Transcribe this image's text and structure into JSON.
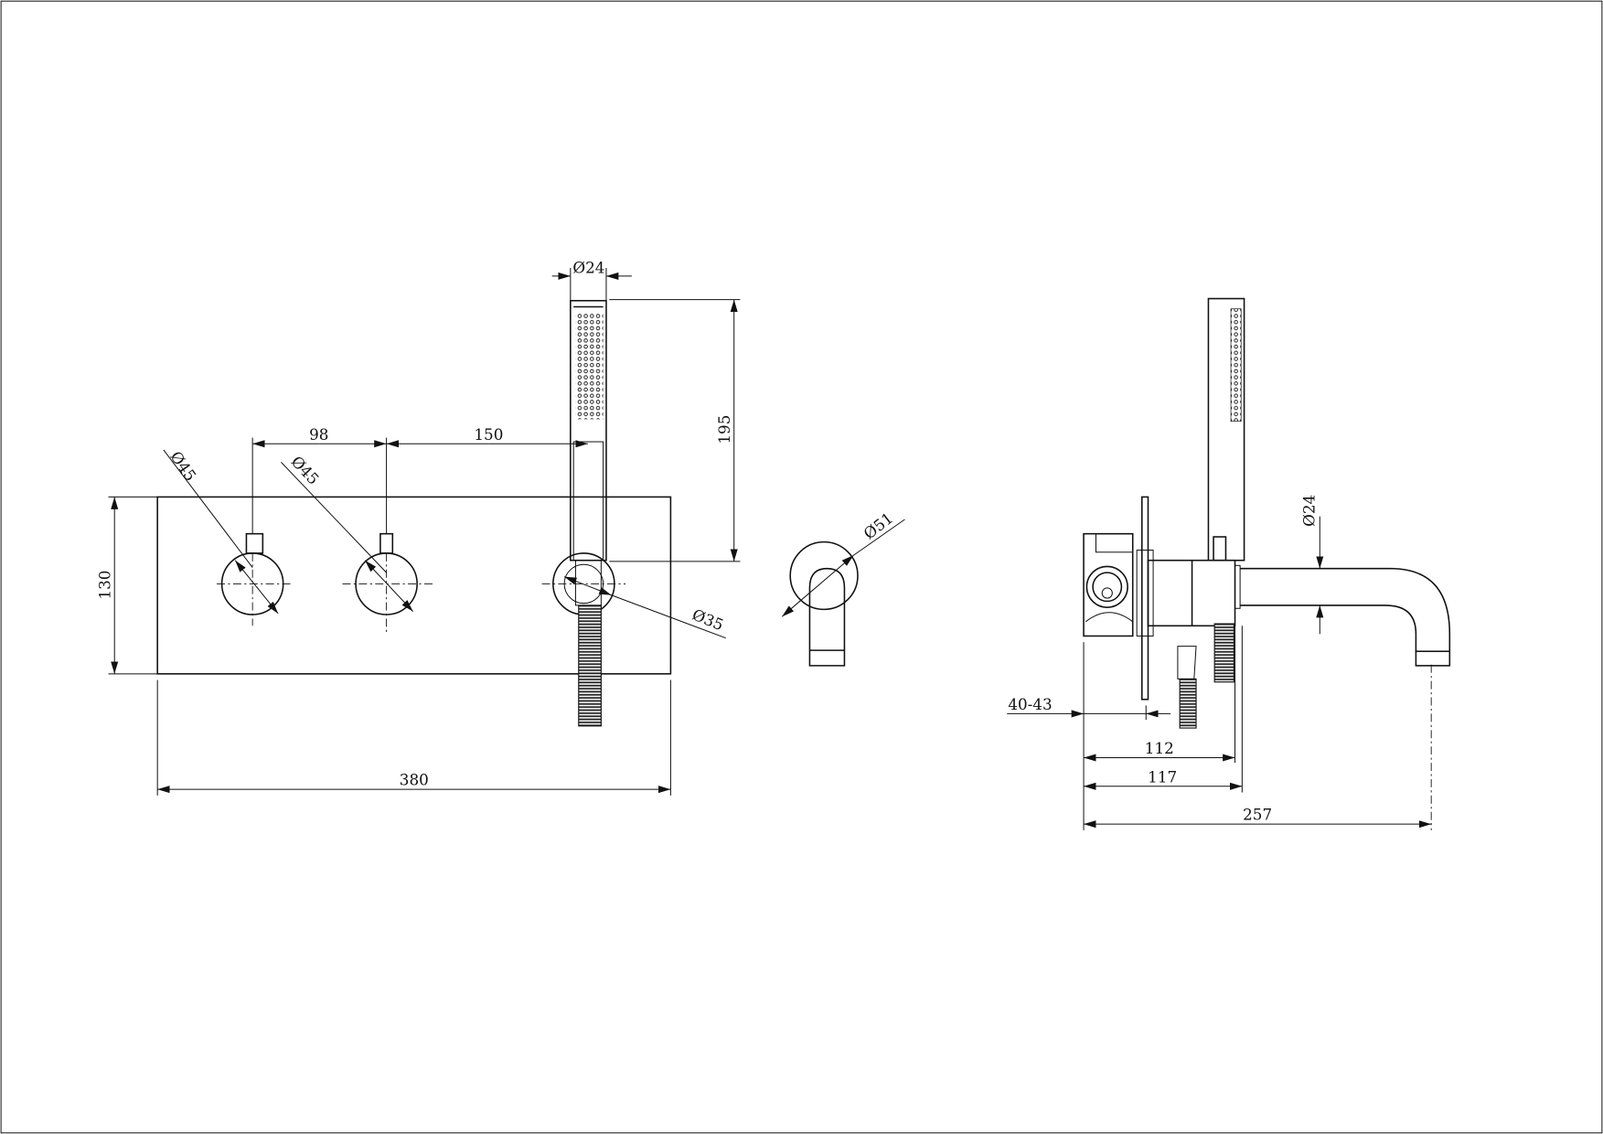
{
  "drawing": {
    "front_view": {
      "handshower_diameter": "Ø24",
      "handshower_height": "195",
      "spacing_knob1_knob2": "98",
      "spacing_knob2_holder": "150",
      "knob1_diameter": "Ø45",
      "knob2_diameter": "Ø45",
      "plate_height": "130",
      "holder_diameter": "Ø35",
      "plate_width": "380",
      "spout_flange_diameter": "Ø51"
    },
    "side_view": {
      "spout_diameter": "Ø24",
      "wall_depth": "40-43",
      "depth_112": "112",
      "depth_117": "117",
      "total_projection": "257"
    }
  }
}
